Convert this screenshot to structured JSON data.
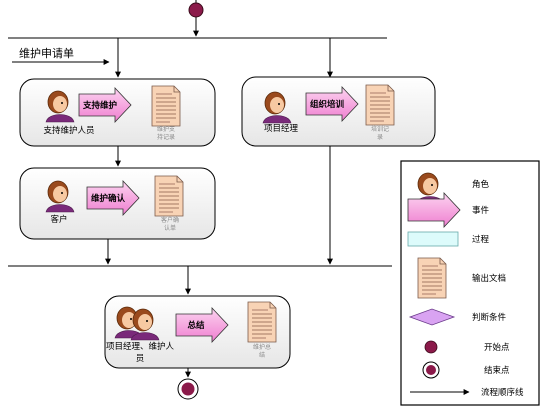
{
  "input_label": "维护申请单",
  "lanes": {
    "support": {
      "actor": "支持维护人员",
      "event": "支持维护",
      "doc": [
        "维护支",
        "持记录"
      ]
    },
    "project": {
      "actor": "项目经理",
      "event": "组织培训",
      "doc": [
        "培训记",
        "录"
      ]
    },
    "customer": {
      "actor": "客户",
      "event": "维护确认",
      "doc": [
        "客户确",
        "认单"
      ]
    },
    "summary": {
      "actor": [
        "项目经理、维护人",
        "员"
      ],
      "event": "总结",
      "doc": [
        "维护总",
        "结"
      ]
    }
  },
  "legend": {
    "role": "角色",
    "event": "事件",
    "process": "过程",
    "output": "输出文档",
    "condition": "判断条件",
    "start": "开始点",
    "end": "结束点",
    "flow": "流程顺序线"
  },
  "colors": {
    "start": "#8b1a4a",
    "box_fill": "#f2f2f2",
    "event_fill": "#f9a8e0",
    "doc_fill": "#f8d3b5",
    "process_fill": "#ddfbfb",
    "condition_fill": "#d9a3f2"
  }
}
